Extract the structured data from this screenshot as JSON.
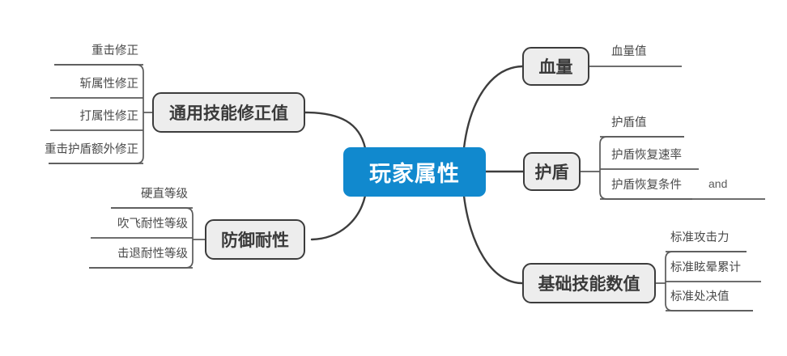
{
  "document": {
    "type": "mind-map",
    "title": "玩家属性",
    "background_color": "#ffffff",
    "root_color": "#1189ce",
    "branch_fill_color": "#ededed",
    "branch_border_color": "#3c3c3c",
    "connector_color": "#3d3d3d",
    "leaf_text_color": "#4a4a4a"
  },
  "root": {
    "label": "玩家属性"
  },
  "branches": [
    {
      "id": "general-skill-modifier",
      "label": "通用技能修正值",
      "side": "left",
      "leaves": [
        {
          "label": "重击修正"
        },
        {
          "label": "斩属性修正"
        },
        {
          "label": "打属性修正"
        },
        {
          "label": "重击护盾额外修正"
        }
      ]
    },
    {
      "id": "defense-resistance",
      "label": "防御耐性",
      "side": "left",
      "leaves": [
        {
          "label": "硬直等级"
        },
        {
          "label": "吹飞耐性等级"
        },
        {
          "label": "击退耐性等级"
        }
      ]
    },
    {
      "id": "health",
      "label": "血量",
      "side": "right",
      "leaves": [
        {
          "label": "血量值"
        }
      ]
    },
    {
      "id": "shield",
      "label": "护盾",
      "side": "right",
      "leaves": [
        {
          "label": "护盾值"
        },
        {
          "label": "护盾恢复速率"
        },
        {
          "label": "护盾恢复条件",
          "extra": "and"
        }
      ]
    },
    {
      "id": "base-skill-values",
      "label": "基础技能数值",
      "side": "right",
      "leaves": [
        {
          "label": "标准攻击力"
        },
        {
          "label": "标准眩晕累计"
        },
        {
          "label": "标准处决值"
        }
      ]
    }
  ]
}
